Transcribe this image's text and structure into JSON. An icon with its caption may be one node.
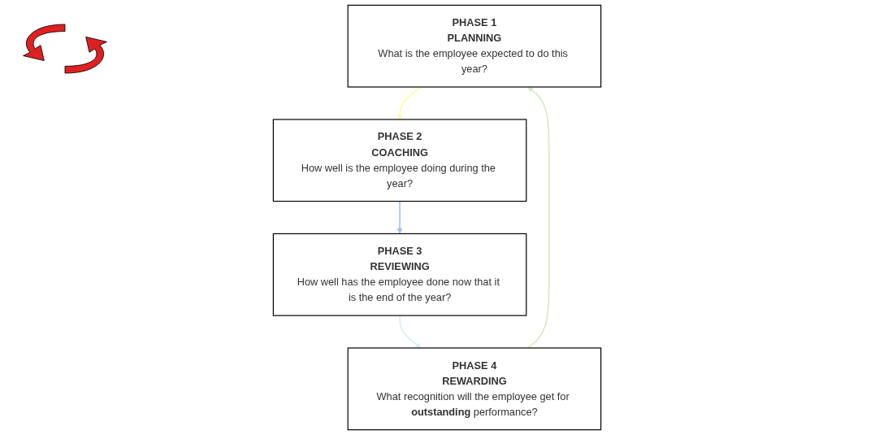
{
  "diagram": {
    "nodes": [
      {
        "text": [
          "PHASE 1",
          "PLANNING",
          "What is the employee expected to do this year?"
        ]
      },
      {
        "text": [
          "PHASE 2",
          "COACHING",
          "How well is the employee doing during the year?"
        ]
      },
      {
        "text": [
          "PHASE 3",
          "REVIEWING",
          "How well has the employee done now that it is the end of the year?"
        ]
      },
      {
        "text": [
          "PHASE 4",
          "REWARDING",
          "What recognition will the employee get for **outstanding** performance?"
        ]
      }
    ],
    "edges": [
      {
        "from": 0,
        "to": 1,
        "arrow": "to",
        "color": "#ffff99"
      },
      {
        "from": 1,
        "to": 2,
        "arrow": "to",
        "color": "#9dc3e6"
      },
      {
        "from": 2,
        "to": 3,
        "arrow": "to",
        "color": "#d5ecf3"
      },
      {
        "from": 3,
        "to": 0,
        "arrow": "to",
        "color": "#d5e8c4"
      }
    ]
  }
}
